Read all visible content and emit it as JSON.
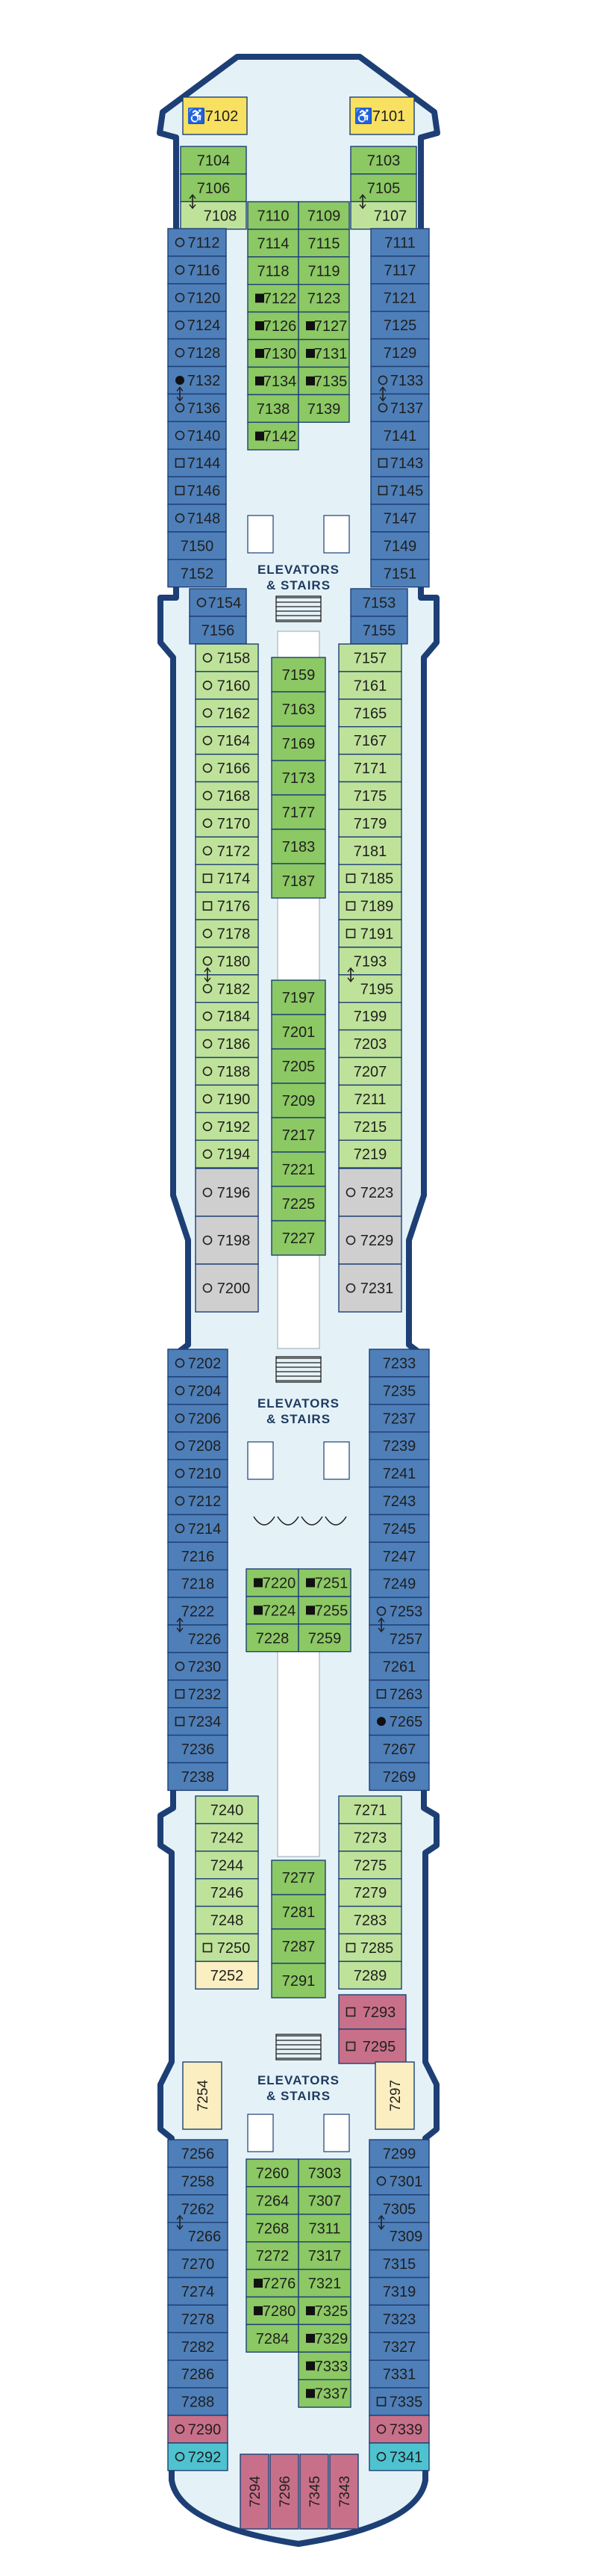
{
  "venues": [
    {
      "line1": "ELEVATORS",
      "line2": "& STAIRS"
    },
    {
      "line1": "ELEVATORS",
      "line2": "& STAIRS"
    },
    {
      "line1": "ELEVATORS",
      "line2": "& STAIRS"
    }
  ],
  "legend_colors": {
    "blue": "#4f7fb8",
    "green": "#8cc863",
    "light_green": "#bfe29a",
    "gray": "#cfcfcf",
    "yellow": "#f8e060",
    "cream": "#fbeec0",
    "pink": "#c8708a",
    "teal": "#4ec3cf",
    "hull": "#1d3f75",
    "corridor": "#e4f2f8"
  },
  "cabins": [
    {
      "n": "7102",
      "c": "yellow",
      "m": "acc"
    },
    {
      "n": "7101",
      "c": "yellow",
      "m": "acc"
    },
    {
      "n": "7104",
      "c": "green",
      "m": ""
    },
    {
      "n": "7106",
      "c": "green",
      "m": ""
    },
    {
      "n": "7108",
      "c": "light_green",
      "m": "con"
    },
    {
      "n": "7103",
      "c": "green",
      "m": ""
    },
    {
      "n": "7105",
      "c": "green",
      "m": ""
    },
    {
      "n": "7107",
      "c": "light_green",
      "m": "con"
    },
    {
      "n": "7112",
      "c": "blue",
      "m": "o"
    },
    {
      "n": "7116",
      "c": "blue",
      "m": "o"
    },
    {
      "n": "7120",
      "c": "blue",
      "m": "o"
    },
    {
      "n": "7124",
      "c": "blue",
      "m": "o"
    },
    {
      "n": "7128",
      "c": "blue",
      "m": "o"
    },
    {
      "n": "7132",
      "c": "blue",
      "m": "dot"
    },
    {
      "n": "7136",
      "c": "blue",
      "m": "ocon"
    },
    {
      "n": "7140",
      "c": "blue",
      "m": "o"
    },
    {
      "n": "7144",
      "c": "blue",
      "m": "sq"
    },
    {
      "n": "7146",
      "c": "blue",
      "m": "sq"
    },
    {
      "n": "7148",
      "c": "blue",
      "m": "o"
    },
    {
      "n": "7150",
      "c": "blue",
      "m": ""
    },
    {
      "n": "7152",
      "c": "blue",
      "m": ""
    },
    {
      "n": "7111",
      "c": "blue",
      "m": ""
    },
    {
      "n": "7117",
      "c": "blue",
      "m": ""
    },
    {
      "n": "7121",
      "c": "blue",
      "m": ""
    },
    {
      "n": "7125",
      "c": "blue",
      "m": ""
    },
    {
      "n": "7129",
      "c": "blue",
      "m": ""
    },
    {
      "n": "7133",
      "c": "blue",
      "m": "o"
    },
    {
      "n": "7137",
      "c": "blue",
      "m": "ocon"
    },
    {
      "n": "7141",
      "c": "blue",
      "m": ""
    },
    {
      "n": "7143",
      "c": "blue",
      "m": "sq"
    },
    {
      "n": "7145",
      "c": "blue",
      "m": "sq"
    },
    {
      "n": "7147",
      "c": "blue",
      "m": ""
    },
    {
      "n": "7149",
      "c": "blue",
      "m": ""
    },
    {
      "n": "7151",
      "c": "blue",
      "m": ""
    },
    {
      "n": "7110",
      "c": "green",
      "m": ""
    },
    {
      "n": "7114",
      "c": "green",
      "m": ""
    },
    {
      "n": "7118",
      "c": "green",
      "m": ""
    },
    {
      "n": "7122",
      "c": "green",
      "m": "fill"
    },
    {
      "n": "7126",
      "c": "green",
      "m": "fill"
    },
    {
      "n": "7130",
      "c": "green",
      "m": "fill"
    },
    {
      "n": "7134",
      "c": "green",
      "m": "fill"
    },
    {
      "n": "7138",
      "c": "green",
      "m": ""
    },
    {
      "n": "7142",
      "c": "green",
      "m": "fill"
    },
    {
      "n": "7109",
      "c": "green",
      "m": ""
    },
    {
      "n": "7115",
      "c": "green",
      "m": ""
    },
    {
      "n": "7119",
      "c": "green",
      "m": ""
    },
    {
      "n": "7123",
      "c": "green",
      "m": ""
    },
    {
      "n": "7127",
      "c": "green",
      "m": "fill"
    },
    {
      "n": "7131",
      "c": "green",
      "m": "fill"
    },
    {
      "n": "7135",
      "c": "green",
      "m": "fill"
    },
    {
      "n": "7139",
      "c": "green",
      "m": ""
    },
    {
      "n": "7154",
      "c": "blue",
      "m": "o"
    },
    {
      "n": "7156",
      "c": "blue",
      "m": ""
    },
    {
      "n": "7153",
      "c": "blue",
      "m": ""
    },
    {
      "n": "7155",
      "c": "blue",
      "m": ""
    },
    {
      "n": "7158",
      "c": "light_green",
      "m": "o"
    },
    {
      "n": "7160",
      "c": "light_green",
      "m": "o"
    },
    {
      "n": "7162",
      "c": "light_green",
      "m": "o"
    },
    {
      "n": "7164",
      "c": "light_green",
      "m": "o"
    },
    {
      "n": "7166",
      "c": "light_green",
      "m": "o"
    },
    {
      "n": "7168",
      "c": "light_green",
      "m": "o"
    },
    {
      "n": "7170",
      "c": "light_green",
      "m": "o"
    },
    {
      "n": "7172",
      "c": "light_green",
      "m": "o"
    },
    {
      "n": "7174",
      "c": "light_green",
      "m": "sq"
    },
    {
      "n": "7176",
      "c": "light_green",
      "m": "sq"
    },
    {
      "n": "7178",
      "c": "light_green",
      "m": "o"
    },
    {
      "n": "7180",
      "c": "light_green",
      "m": "o"
    },
    {
      "n": "7182",
      "c": "light_green",
      "m": "ocon"
    },
    {
      "n": "7184",
      "c": "light_green",
      "m": "o"
    },
    {
      "n": "7186",
      "c": "light_green",
      "m": "o"
    },
    {
      "n": "7188",
      "c": "light_green",
      "m": "o"
    },
    {
      "n": "7190",
      "c": "light_green",
      "m": "o"
    },
    {
      "n": "7192",
      "c": "light_green",
      "m": "o"
    },
    {
      "n": "7194",
      "c": "light_green",
      "m": "o"
    },
    {
      "n": "7157",
      "c": "light_green",
      "m": ""
    },
    {
      "n": "7161",
      "c": "light_green",
      "m": ""
    },
    {
      "n": "7165",
      "c": "light_green",
      "m": ""
    },
    {
      "n": "7167",
      "c": "light_green",
      "m": ""
    },
    {
      "n": "7171",
      "c": "light_green",
      "m": ""
    },
    {
      "n": "7175",
      "c": "light_green",
      "m": ""
    },
    {
      "n": "7179",
      "c": "light_green",
      "m": ""
    },
    {
      "n": "7181",
      "c": "light_green",
      "m": ""
    },
    {
      "n": "7185",
      "c": "light_green",
      "m": "sq"
    },
    {
      "n": "7189",
      "c": "light_green",
      "m": "sq"
    },
    {
      "n": "7191",
      "c": "light_green",
      "m": "sq"
    },
    {
      "n": "7193",
      "c": "light_green",
      "m": ""
    },
    {
      "n": "7195",
      "c": "light_green",
      "m": "con"
    },
    {
      "n": "7199",
      "c": "light_green",
      "m": ""
    },
    {
      "n": "7203",
      "c": "light_green",
      "m": ""
    },
    {
      "n": "7207",
      "c": "light_green",
      "m": ""
    },
    {
      "n": "7211",
      "c": "light_green",
      "m": ""
    },
    {
      "n": "7215",
      "c": "light_green",
      "m": ""
    },
    {
      "n": "7219",
      "c": "light_green",
      "m": ""
    },
    {
      "n": "7159",
      "c": "green",
      "m": ""
    },
    {
      "n": "7163",
      "c": "green",
      "m": ""
    },
    {
      "n": "7169",
      "c": "green",
      "m": ""
    },
    {
      "n": "7173",
      "c": "green",
      "m": ""
    },
    {
      "n": "7177",
      "c": "green",
      "m": ""
    },
    {
      "n": "7183",
      "c": "green",
      "m": ""
    },
    {
      "n": "7187",
      "c": "green",
      "m": ""
    },
    {
      "n": "7197",
      "c": "green",
      "m": ""
    },
    {
      "n": "7201",
      "c": "green",
      "m": ""
    },
    {
      "n": "7205",
      "c": "green",
      "m": ""
    },
    {
      "n": "7209",
      "c": "green",
      "m": ""
    },
    {
      "n": "7217",
      "c": "green",
      "m": ""
    },
    {
      "n": "7221",
      "c": "green",
      "m": ""
    },
    {
      "n": "7225",
      "c": "green",
      "m": ""
    },
    {
      "n": "7227",
      "c": "green",
      "m": ""
    },
    {
      "n": "7196",
      "c": "gray",
      "m": "o"
    },
    {
      "n": "7198",
      "c": "gray",
      "m": "o"
    },
    {
      "n": "7200",
      "c": "gray",
      "m": "o"
    },
    {
      "n": "7223",
      "c": "gray",
      "m": "o"
    },
    {
      "n": "7229",
      "c": "gray",
      "m": "o"
    },
    {
      "n": "7231",
      "c": "gray",
      "m": "o"
    },
    {
      "n": "7202",
      "c": "blue",
      "m": "o"
    },
    {
      "n": "7204",
      "c": "blue",
      "m": "o"
    },
    {
      "n": "7206",
      "c": "blue",
      "m": "o"
    },
    {
      "n": "7208",
      "c": "blue",
      "m": "o"
    },
    {
      "n": "7210",
      "c": "blue",
      "m": "o"
    },
    {
      "n": "7212",
      "c": "blue",
      "m": "o"
    },
    {
      "n": "7214",
      "c": "blue",
      "m": "o"
    },
    {
      "n": "7216",
      "c": "blue",
      "m": ""
    },
    {
      "n": "7218",
      "c": "blue",
      "m": ""
    },
    {
      "n": "7222",
      "c": "blue",
      "m": ""
    },
    {
      "n": "7226",
      "c": "blue",
      "m": "con"
    },
    {
      "n": "7230",
      "c": "blue",
      "m": "o"
    },
    {
      "n": "7232",
      "c": "blue",
      "m": "sq"
    },
    {
      "n": "7234",
      "c": "blue",
      "m": "sq"
    },
    {
      "n": "7236",
      "c": "blue",
      "m": ""
    },
    {
      "n": "7238",
      "c": "blue",
      "m": ""
    },
    {
      "n": "7233",
      "c": "blue",
      "m": ""
    },
    {
      "n": "7235",
      "c": "blue",
      "m": ""
    },
    {
      "n": "7237",
      "c": "blue",
      "m": ""
    },
    {
      "n": "7239",
      "c": "blue",
      "m": ""
    },
    {
      "n": "7241",
      "c": "blue",
      "m": ""
    },
    {
      "n": "7243",
      "c": "blue",
      "m": ""
    },
    {
      "n": "7245",
      "c": "blue",
      "m": ""
    },
    {
      "n": "7247",
      "c": "blue",
      "m": ""
    },
    {
      "n": "7249",
      "c": "blue",
      "m": ""
    },
    {
      "n": "7253",
      "c": "blue",
      "m": "o"
    },
    {
      "n": "7257",
      "c": "blue",
      "m": "con"
    },
    {
      "n": "7261",
      "c": "blue",
      "m": ""
    },
    {
      "n": "7263",
      "c": "blue",
      "m": "sq"
    },
    {
      "n": "7265",
      "c": "blue",
      "m": "dot"
    },
    {
      "n": "7267",
      "c": "blue",
      "m": ""
    },
    {
      "n": "7269",
      "c": "blue",
      "m": ""
    },
    {
      "n": "7220",
      "c": "green",
      "m": "fill"
    },
    {
      "n": "7224",
      "c": "green",
      "m": "fill"
    },
    {
      "n": "7228",
      "c": "green",
      "m": ""
    },
    {
      "n": "7251",
      "c": "green",
      "m": "fill"
    },
    {
      "n": "7255",
      "c": "green",
      "m": "fill"
    },
    {
      "n": "7259",
      "c": "green",
      "m": ""
    },
    {
      "n": "7240",
      "c": "light_green",
      "m": ""
    },
    {
      "n": "7242",
      "c": "light_green",
      "m": ""
    },
    {
      "n": "7244",
      "c": "light_green",
      "m": ""
    },
    {
      "n": "7246",
      "c": "light_green",
      "m": ""
    },
    {
      "n": "7248",
      "c": "light_green",
      "m": ""
    },
    {
      "n": "7250",
      "c": "light_green",
      "m": "sq"
    },
    {
      "n": "7252",
      "c": "cream",
      "m": ""
    },
    {
      "n": "7271",
      "c": "light_green",
      "m": ""
    },
    {
      "n": "7273",
      "c": "light_green",
      "m": ""
    },
    {
      "n": "7275",
      "c": "light_green",
      "m": ""
    },
    {
      "n": "7279",
      "c": "light_green",
      "m": ""
    },
    {
      "n": "7283",
      "c": "light_green",
      "m": ""
    },
    {
      "n": "7285",
      "c": "light_green",
      "m": "sq"
    },
    {
      "n": "7289",
      "c": "light_green",
      "m": ""
    },
    {
      "n": "7277",
      "c": "green",
      "m": ""
    },
    {
      "n": "7281",
      "c": "green",
      "m": ""
    },
    {
      "n": "7287",
      "c": "green",
      "m": ""
    },
    {
      "n": "7291",
      "c": "green",
      "m": ""
    },
    {
      "n": "7293",
      "c": "pink",
      "m": "sq"
    },
    {
      "n": "7295",
      "c": "pink",
      "m": "sq"
    },
    {
      "n": "7254",
      "c": "cream",
      "m": ""
    },
    {
      "n": "7297",
      "c": "cream",
      "m": ""
    },
    {
      "n": "7256",
      "c": "blue",
      "m": ""
    },
    {
      "n": "7258",
      "c": "blue",
      "m": ""
    },
    {
      "n": "7262",
      "c": "blue",
      "m": ""
    },
    {
      "n": "7266",
      "c": "blue",
      "m": "con"
    },
    {
      "n": "7270",
      "c": "blue",
      "m": ""
    },
    {
      "n": "7274",
      "c": "blue",
      "m": ""
    },
    {
      "n": "7278",
      "c": "blue",
      "m": ""
    },
    {
      "n": "7282",
      "c": "blue",
      "m": ""
    },
    {
      "n": "7286",
      "c": "blue",
      "m": ""
    },
    {
      "n": "7288",
      "c": "blue",
      "m": ""
    },
    {
      "n": "7290",
      "c": "pink",
      "m": "o"
    },
    {
      "n": "7292",
      "c": "teal",
      "m": "o"
    },
    {
      "n": "7299",
      "c": "blue",
      "m": ""
    },
    {
      "n": "7301",
      "c": "blue",
      "m": "o"
    },
    {
      "n": "7305",
      "c": "blue",
      "m": ""
    },
    {
      "n": "7309",
      "c": "blue",
      "m": "con"
    },
    {
      "n": "7315",
      "c": "blue",
      "m": ""
    },
    {
      "n": "7319",
      "c": "blue",
      "m": ""
    },
    {
      "n": "7323",
      "c": "blue",
      "m": ""
    },
    {
      "n": "7327",
      "c": "blue",
      "m": ""
    },
    {
      "n": "7331",
      "c": "blue",
      "m": ""
    },
    {
      "n": "7335",
      "c": "blue",
      "m": "sq"
    },
    {
      "n": "7339",
      "c": "pink",
      "m": "o"
    },
    {
      "n": "7341",
      "c": "teal",
      "m": "o"
    },
    {
      "n": "7260",
      "c": "green",
      "m": ""
    },
    {
      "n": "7264",
      "c": "green",
      "m": ""
    },
    {
      "n": "7268",
      "c": "green",
      "m": ""
    },
    {
      "n": "7272",
      "c": "green",
      "m": ""
    },
    {
      "n": "7276",
      "c": "green",
      "m": "fill"
    },
    {
      "n": "7280",
      "c": "green",
      "m": "fill"
    },
    {
      "n": "7284",
      "c": "green",
      "m": ""
    },
    {
      "n": "7303",
      "c": "green",
      "m": ""
    },
    {
      "n": "7307",
      "c": "green",
      "m": ""
    },
    {
      "n": "7311",
      "c": "green",
      "m": ""
    },
    {
      "n": "7317",
      "c": "green",
      "m": ""
    },
    {
      "n": "7321",
      "c": "green",
      "m": ""
    },
    {
      "n": "7325",
      "c": "green",
      "m": "fill"
    },
    {
      "n": "7329",
      "c": "green",
      "m": "fill"
    },
    {
      "n": "7333",
      "c": "green",
      "m": "fill"
    },
    {
      "n": "7337",
      "c": "green",
      "m": "fill"
    },
    {
      "n": "7294",
      "c": "pink",
      "m": ""
    },
    {
      "n": "7296",
      "c": "pink",
      "m": ""
    },
    {
      "n": "7345",
      "c": "pink",
      "m": ""
    },
    {
      "n": "7343",
      "c": "pink",
      "m": ""
    }
  ]
}
